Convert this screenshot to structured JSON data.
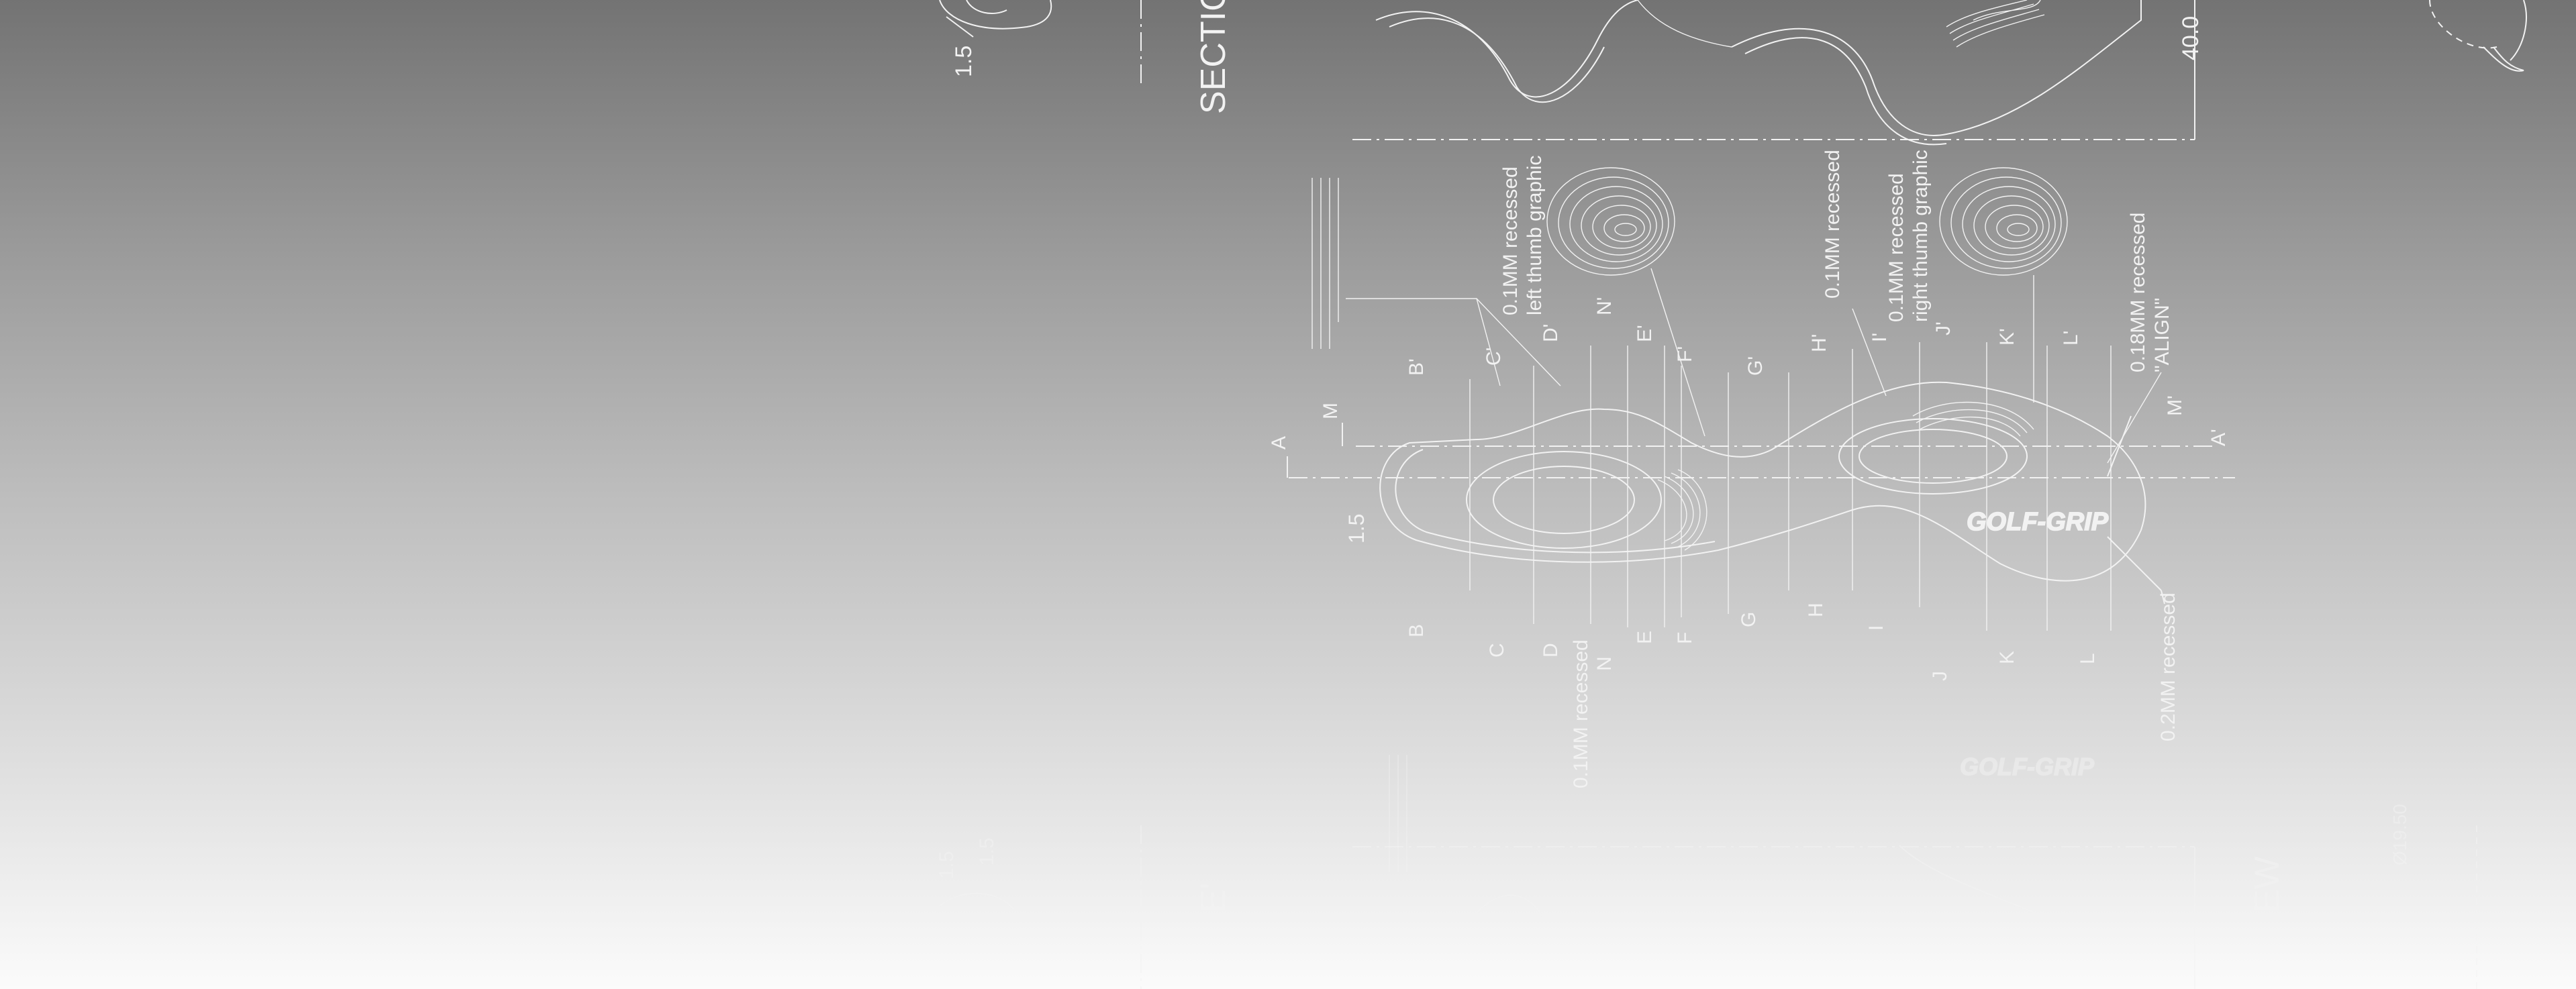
{
  "drawing": {
    "section_label": "SECTIC",
    "section_labels_faded": [
      "E'",
      "EW"
    ],
    "dim_top_small": "1.5",
    "dim_height": "40.0",
    "dim_faded_diameter": "Ø19.50",
    "dim_faded_small": [
      "1.5",
      "1.5"
    ],
    "dim_left": "1.5",
    "callouts": {
      "left_thumb": [
        "0.1MM recessed",
        "left thumb graphic"
      ],
      "top_recess": "0.1MM recessed",
      "right_thumb": [
        "0.1MM recessed",
        "right thumb graphic"
      ],
      "align": [
        "0.18MM recessed",
        "\"ALIGN\""
      ],
      "bottom_recess": "0.1MM recessed",
      "logo_recess": "0.2MM recessed"
    },
    "logo_text": "GOLF-GRIP",
    "logo_text_faded": "GOLF-GRIP",
    "section_letters_top": [
      "A",
      "M",
      "B'",
      "C'",
      "D'",
      "N'",
      "E'",
      "F'",
      "G'",
      "H'",
      "I'",
      "J'",
      "K'",
      "L'",
      "M'",
      "A'"
    ],
    "section_letters_bottom": [
      "B",
      "C",
      "D",
      "N",
      "E",
      "F",
      "G",
      "H",
      "I",
      "J",
      "K",
      "L"
    ]
  },
  "colors": {
    "line": "#f2f2f2",
    "bg_top": "#737373",
    "bg_bottom": "#fbfbfb"
  }
}
